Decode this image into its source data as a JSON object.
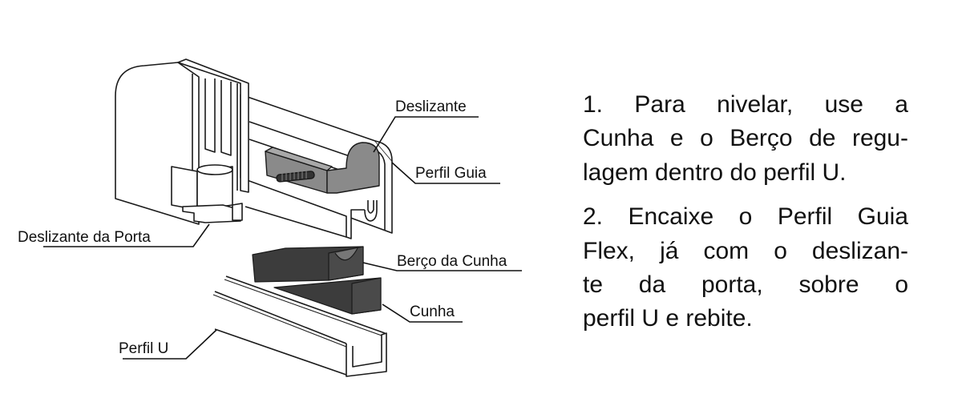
{
  "labels": {
    "deslizante": "Deslizante",
    "perfil_guia": "Perfil Guia",
    "deslizante_porta": "Deslizante da Porta",
    "berco_cunha": "Berço da Cunha",
    "cunha": "Cunha",
    "perfil_u": "Perfil U"
  },
  "instructions": [
    {
      "lines": [
        "1. Para nivelar, use a",
        "Cunha e o Berço de regu-",
        "lagem dentro do perfil U."
      ]
    },
    {
      "lines": [
        "2. Encaixe o Perfil Guia",
        "Flex, já com o deslizan-",
        "te da porta, sobre o",
        "perfil U e rebite."
      ]
    }
  ],
  "colors": {
    "part_gray": "#8a8a8a",
    "part_dark": "#3c3c3c",
    "outline": "#1a1a1a"
  }
}
